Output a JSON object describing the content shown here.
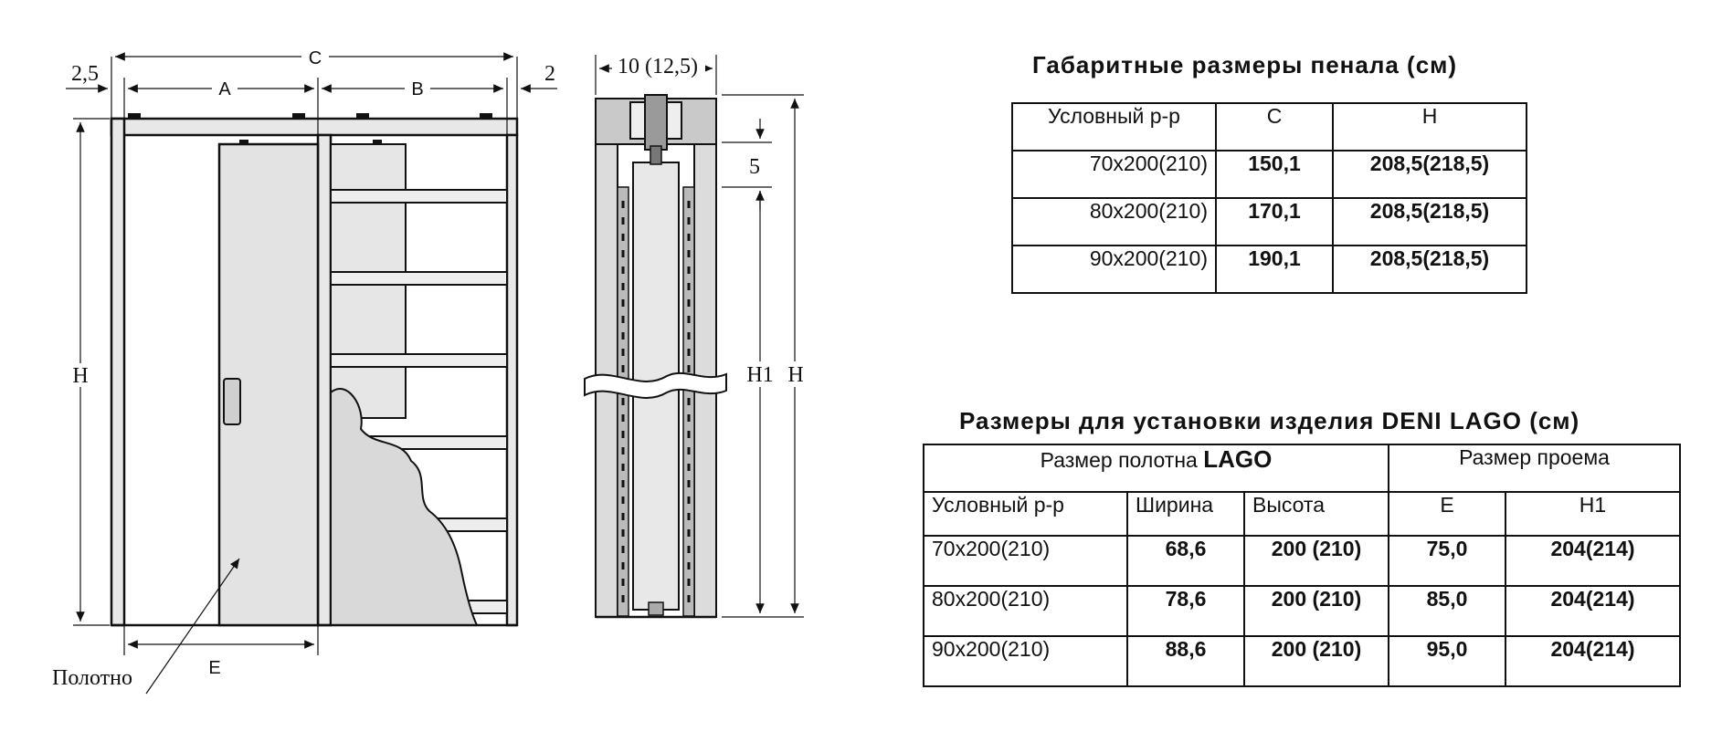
{
  "diagram": {
    "front_view": {
      "dim_c": "C",
      "dim_a": "A",
      "dim_b": "B",
      "dim_left": "2,5",
      "dim_right": "2",
      "dim_h": "H",
      "dim_e": "E",
      "label_leaf": "Полотно"
    },
    "side_view": {
      "dim_width": "10 (12,5)",
      "dim_gap": "5",
      "dim_h1": "H1",
      "dim_h": "H"
    }
  },
  "table1": {
    "title": "Габаритные размеры пенала (см)",
    "headers": [
      "Условный р-р",
      "C",
      "H"
    ],
    "rows": [
      [
        "70x200(210)",
        "150,1",
        "208,5(218,5)"
      ],
      [
        "80x200(210)",
        "170,1",
        "208,5(218,5)"
      ],
      [
        "90x200(210)",
        "190,1",
        "208,5(218,5)"
      ]
    ]
  },
  "table2": {
    "title": "Размеры для установки изделия DENI LAGO",
    "title_unit": "(см)",
    "group_leaf_prefix": "Размер полотна",
    "group_leaf_brand": "LAGO",
    "group_opening": "Размер проема",
    "headers": [
      "Условный р-р",
      "Ширина",
      "Высота",
      "E",
      "H1"
    ],
    "rows": [
      [
        "70x200(210)",
        "68,6",
        "200 (210)",
        "75,0",
        "204(214)"
      ],
      [
        "80x200(210)",
        "78,6",
        "200 (210)",
        "85,0",
        "204(214)"
      ],
      [
        "90x200(210)",
        "88,6",
        "200 (210)",
        "95,0",
        "204(214)"
      ]
    ]
  }
}
